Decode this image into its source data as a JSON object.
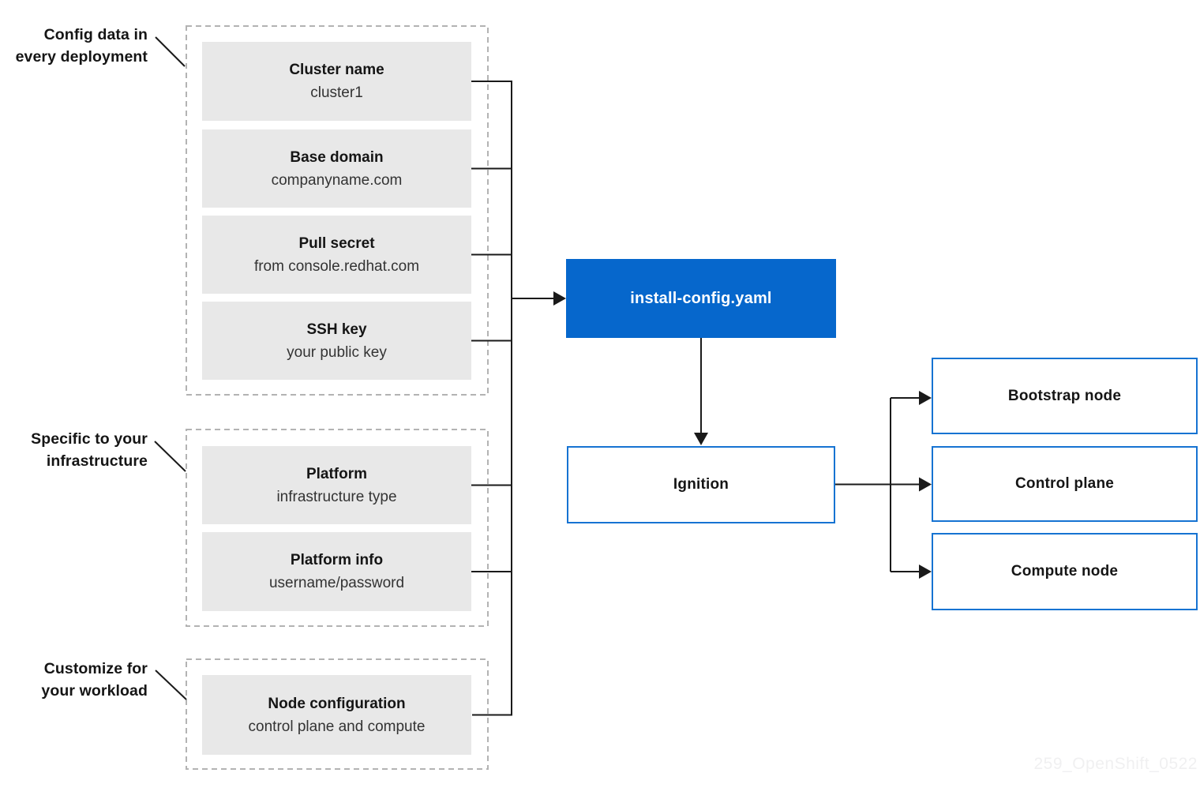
{
  "colors": {
    "blue_fill": "#0667cc",
    "blue_border": "#1673d2",
    "box_gray": "#e8e8e8",
    "line_color": "#1a1a1a",
    "dash_color": "#b3b3b3",
    "text_dark": "#151515",
    "text_sub": "#333333",
    "watermark": "#f0f0f1"
  },
  "annotations": [
    {
      "line1": "Config data in",
      "line2": "every deployment"
    },
    {
      "line1": "Specific to your",
      "line2": "infrastructure"
    },
    {
      "line1": "Customize for",
      "line2": "your workload"
    }
  ],
  "config_boxes": [
    {
      "title": "Cluster name",
      "subtitle": "cluster1"
    },
    {
      "title": "Base domain",
      "subtitle": "companyname.com"
    },
    {
      "title": "Pull secret",
      "subtitle": "from console.redhat.com"
    },
    {
      "title": "SSH key",
      "subtitle": "your public key"
    }
  ],
  "infrastructure_boxes": [
    {
      "title": "Platform",
      "subtitle": "infrastructure type"
    },
    {
      "title": "Platform info",
      "subtitle": "username/password"
    }
  ],
  "workload_boxes": [
    {
      "title": "Node configuration",
      "subtitle": "control plane and compute"
    }
  ],
  "install_config_label": "install-config.yaml",
  "ignition_label": "Ignition",
  "node_boxes": [
    {
      "label": "Bootstrap node"
    },
    {
      "label": "Control plane"
    },
    {
      "label": "Compute node"
    }
  ],
  "watermark": "259_OpenShift_0522"
}
